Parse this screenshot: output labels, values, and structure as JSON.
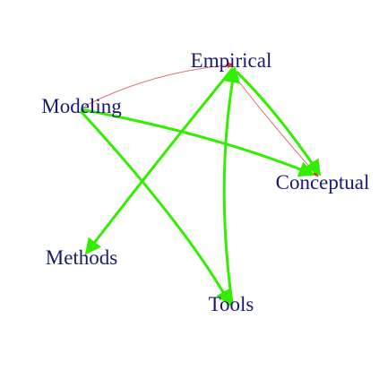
{
  "diagram": {
    "type": "directed-network-graph",
    "nodes": [
      {
        "id": "empirical",
        "label": "Empirical"
      },
      {
        "id": "modeling",
        "label": "Modeling"
      },
      {
        "id": "conceptual",
        "label": "Conceptual"
      },
      {
        "id": "methods",
        "label": "Methods"
      },
      {
        "id": "tools",
        "label": "Tools"
      }
    ],
    "edges": [
      {
        "from": "modeling",
        "to": "empirical",
        "color": "#e07070",
        "weight": "thin"
      },
      {
        "from": "empirical",
        "to": "conceptual",
        "color": "#e07070",
        "weight": "thin"
      },
      {
        "from": "empirical",
        "to": "conceptual",
        "color": "#33ee00",
        "weight": "thick"
      },
      {
        "from": "modeling",
        "to": "conceptual",
        "color": "#33ee00",
        "weight": "thick"
      },
      {
        "from": "modeling",
        "to": "tools",
        "color": "#33ee00",
        "weight": "thick"
      },
      {
        "from": "empirical",
        "to": "methods",
        "color": "#33ee00",
        "weight": "thick"
      },
      {
        "from": "tools",
        "to": "empirical",
        "color": "#33ee00",
        "weight": "thick"
      }
    ],
    "colors": {
      "label_text": "#191970",
      "strong_edge": "#33ee00",
      "weak_edge": "#e07070",
      "background": "#ffffff"
    }
  }
}
